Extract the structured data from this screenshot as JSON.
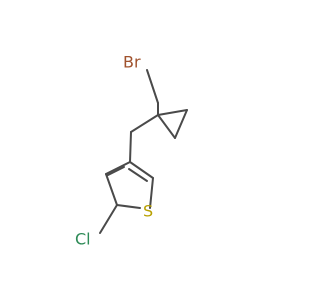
{
  "molecule": {
    "atoms": {
      "bromine": "Br",
      "sulfur": "S",
      "chlorine": "Cl"
    },
    "colors": {
      "bond": "#4a4a4a",
      "bromine": "#a0522d",
      "sulfur": "#b8a000",
      "chlorine": "#2e8b57"
    }
  }
}
